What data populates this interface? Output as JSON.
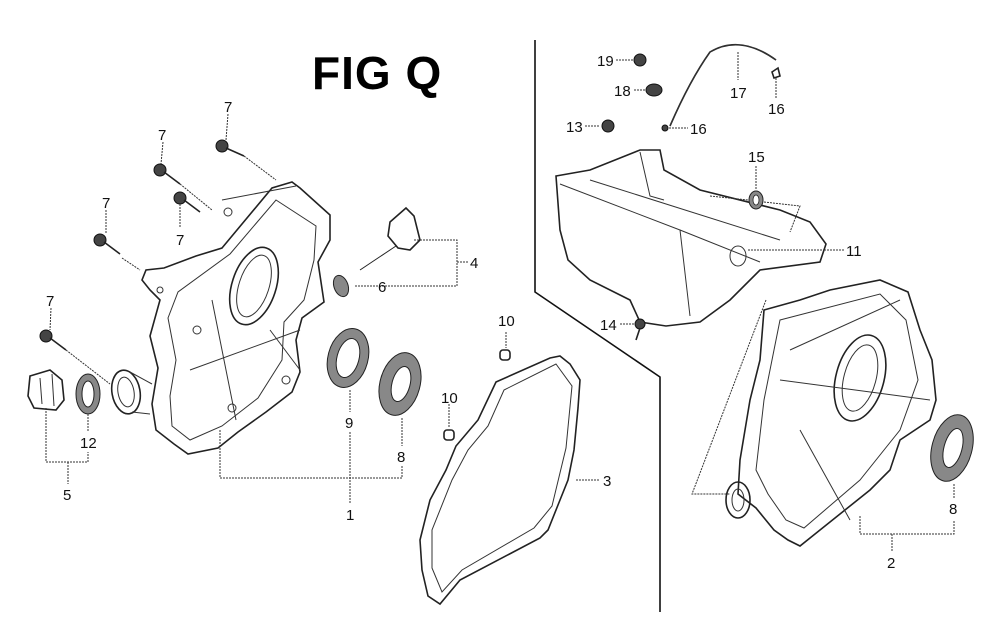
{
  "figure": {
    "title": "FIG Q"
  },
  "callouts": [
    {
      "id": "c7a",
      "label": "7",
      "part": "flange-bolt"
    },
    {
      "id": "c7b",
      "label": "7",
      "part": "flange-bolt"
    },
    {
      "id": "c7c",
      "label": "7",
      "part": "flange-bolt"
    },
    {
      "id": "c7d",
      "label": "7",
      "part": "flange-bolt"
    },
    {
      "id": "c7e",
      "label": "7",
      "part": "flange-bolt"
    },
    {
      "id": "c4",
      "label": "4",
      "part": "oil-level-gauge"
    },
    {
      "id": "c6",
      "label": "6",
      "part": "o-ring"
    },
    {
      "id": "c9",
      "label": "9",
      "part": "oil-seal"
    },
    {
      "id": "c8a",
      "label": "8",
      "part": "radial-ball-bearing"
    },
    {
      "id": "c1",
      "label": "1",
      "part": "crankcase-cover-assembly"
    },
    {
      "id": "c12",
      "label": "12",
      "part": "oil-seal"
    },
    {
      "id": "c5",
      "label": "5",
      "part": "cap-assembly"
    },
    {
      "id": "c10a",
      "label": "10",
      "part": "dowel-pin"
    },
    {
      "id": "c10b",
      "label": "10",
      "part": "dowel-pin"
    },
    {
      "id": "c3",
      "label": "3",
      "part": "crankcase-cover-gasket"
    },
    {
      "id": "c19",
      "label": "19",
      "part": "bolt"
    },
    {
      "id": "c18",
      "label": "18",
      "part": "breather-joint"
    },
    {
      "id": "c17",
      "label": "17",
      "part": "breather-tube"
    },
    {
      "id": "c16a",
      "label": "16",
      "part": "tube-clip"
    },
    {
      "id": "c16b",
      "label": "16",
      "part": "tube-clip"
    },
    {
      "id": "c13",
      "label": "13",
      "part": "bolt"
    },
    {
      "id": "c15",
      "label": "15",
      "part": "gasket"
    },
    {
      "id": "c11",
      "label": "11",
      "part": "fuel-tank"
    },
    {
      "id": "c14",
      "label": "14",
      "part": "bolt"
    },
    {
      "id": "c2",
      "label": "2",
      "part": "crankcase-cover-assembly"
    },
    {
      "id": "c8b",
      "label": "8",
      "part": "radial-ball-bearing"
    }
  ]
}
